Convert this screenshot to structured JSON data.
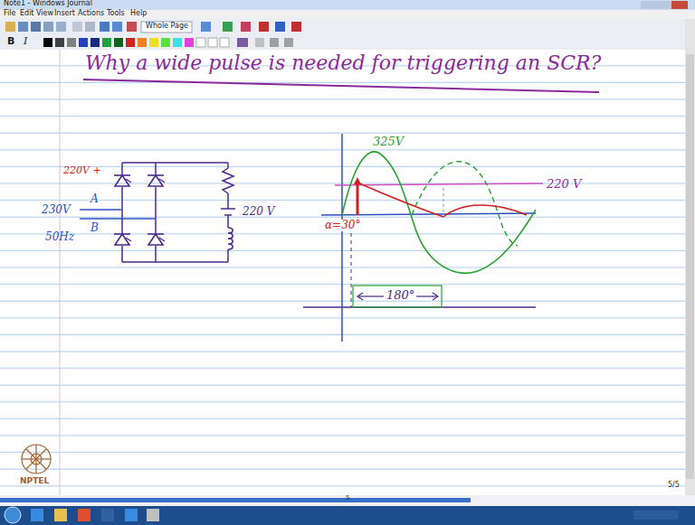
{
  "diagram": {
    "title": "Why a wide pulse is needed for triggering an SCR?",
    "labels": [
      "Note1 - Windows Journal",
      "File",
      "Edit",
      "View",
      "Insert",
      "Actions",
      "Tools",
      "Help",
      "Whole Page",
      "B",
      "I",
      "220V +",
      "A",
      "230V",
      "B",
      "50Hz",
      "220 V",
      "325V",
      "220 V",
      "α=30°",
      "180°",
      "5/5",
      "NPTEL",
      "5"
    ]
  }
}
